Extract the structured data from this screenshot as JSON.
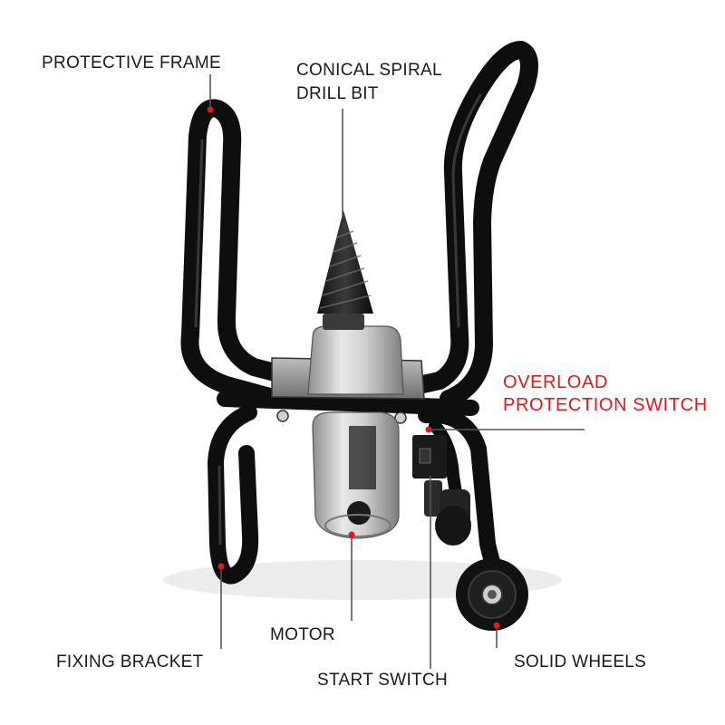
{
  "labels": {
    "protective_frame": "PROTECTIVE FRAME",
    "conical_spiral_line1": "CONICAL SPIRAL",
    "conical_spiral_line2": "DRILL BIT",
    "overload_line1": "OVERLOAD",
    "overload_line2": "PROTECTION SWITCH",
    "motor": "MOTOR",
    "fixing_bracket": "FIXING BRACKET",
    "start_switch": "START SWITCH",
    "solid_wheels": "SOLID WHEELS"
  },
  "colors": {
    "label_text": "#1a1a1a",
    "highlight_text": "#e0191f",
    "marker_dot": "#e0191f",
    "leader_line": "#555555",
    "frame": "#0e0e0e",
    "motor_body": "#c9c9c9"
  },
  "icons": {
    "product_image": "log-splitter-drill-attachment",
    "marker": "red-dot"
  }
}
